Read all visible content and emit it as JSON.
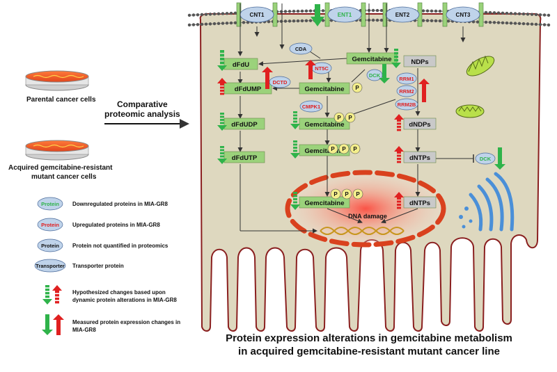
{
  "left": {
    "parental_label": "Parental  cancer cells",
    "resistant_label_line1": "Acquired gemcitabine-resistant",
    "resistant_label_line2": "mutant cancer cells",
    "comparative_line1": "Comparative",
    "comparative_line2": "proteomic analysis"
  },
  "legend": {
    "items": [
      {
        "key": "Protein",
        "text": "Downregulated proteins in MIA-GR8",
        "color": "#2fb34a"
      },
      {
        "key": "Protein",
        "text": "Upregulated proteins in MIA-GR8",
        "color": "#e02020"
      },
      {
        "key": "Protein",
        "text": "Protein not quantified in proteomics",
        "color": "#111111"
      },
      {
        "key": "Transporter",
        "text": "Transporter protein",
        "color": "#111111"
      }
    ],
    "dashed_line1": "Hypothesized changes based upon",
    "dashed_line2": "dynamic protein alterations in MIA-GR8",
    "solid_line1": "Measured protein expression changes in",
    "solid_line2": "MIA-GR8"
  },
  "transporters": [
    "CNT1",
    "ENT1",
    "ENT2",
    "CNT3"
  ],
  "proteins": {
    "cda": "CDA",
    "nt5c": "NT5C",
    "dctd": "DCTD",
    "dck_top": "DCK",
    "rrm1": "RRM1",
    "rrm2": "RRM2",
    "rrm2b": "RRM2B",
    "cmpk1": "CMPK1",
    "dck_right": "DCK"
  },
  "metabolites": {
    "dfdu": "dFdU",
    "dfdump": "dFdUMP",
    "dfdudp": "dFdUDP",
    "dfdutp": "dFdUTP",
    "gem_top": "Gemcitabine",
    "gem_2": "Gemcitabine",
    "gem_3": "Gemcitabine",
    "gem_4": "Gemcitabine",
    "gem_5": "Gemcitabine",
    "ndps": "NDPs",
    "dndps": "dNDPs",
    "dntps": "dNTPs",
    "dntps_2": "dNTPs",
    "phosphate": "P"
  },
  "dna_damage": "DNA damage",
  "caption_line1": "Protein expression alterations in gemcitabine metabolism",
  "caption_line2": "in acquired gemcitabine-resistant mutant cancer line",
  "colors": {
    "green": "#2fb34a",
    "red": "#e02020",
    "cell": "#ded8bf",
    "membrane": "#8a1f1f",
    "oval": "#bfd3ea",
    "metabolite": "#9bd27b",
    "grey": "#c9c9c9",
    "phosphate": "#f4ee8c"
  }
}
